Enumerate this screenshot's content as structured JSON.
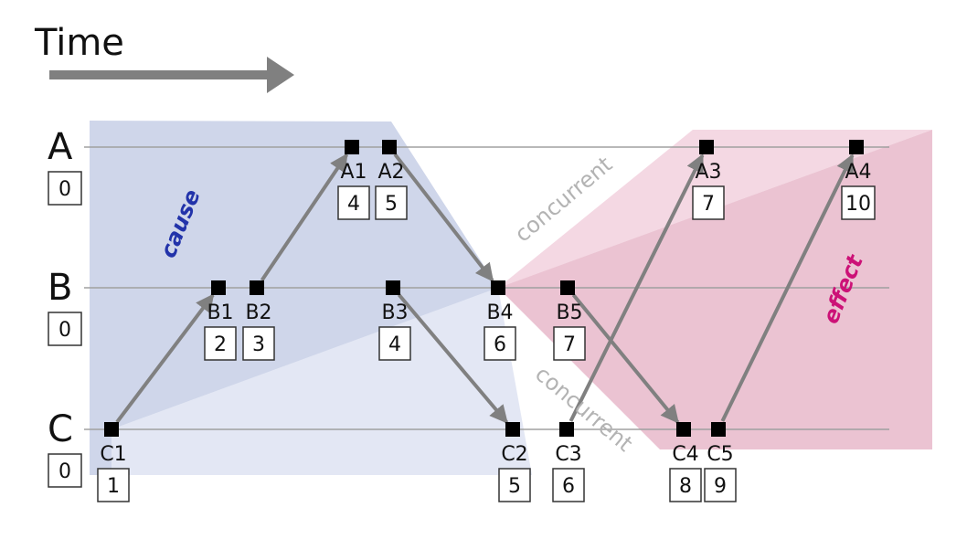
{
  "title": "Time",
  "processes": [
    {
      "id": "A",
      "label": "A",
      "initial_clock": "0"
    },
    {
      "id": "B",
      "label": "B",
      "initial_clock": "0"
    },
    {
      "id": "C",
      "label": "C",
      "initial_clock": "0"
    }
  ],
  "events": [
    {
      "label": "A1",
      "clock": "4"
    },
    {
      "label": "A2",
      "clock": "5"
    },
    {
      "label": "A3",
      "clock": "7"
    },
    {
      "label": "A4",
      "clock": "10"
    },
    {
      "label": "B1",
      "clock": "2"
    },
    {
      "label": "B2",
      "clock": "3"
    },
    {
      "label": "B3",
      "clock": "4"
    },
    {
      "label": "B4",
      "clock": "6"
    },
    {
      "label": "B5",
      "clock": "7"
    },
    {
      "label": "C1",
      "clock": "1"
    },
    {
      "label": "C2",
      "clock": "5"
    },
    {
      "label": "C3",
      "clock": "6"
    },
    {
      "label": "C4",
      "clock": "8"
    },
    {
      "label": "C5",
      "clock": "9"
    }
  ],
  "messages": [
    {
      "from": "C1",
      "to": "B1"
    },
    {
      "from": "B2",
      "to": "A1"
    },
    {
      "from": "A2",
      "to": "B4"
    },
    {
      "from": "B3",
      "to": "C2"
    },
    {
      "from": "B5",
      "to": "C4"
    },
    {
      "from": "C3",
      "to": "A3"
    },
    {
      "from": "C5",
      "to": "A4"
    }
  ],
  "region_labels": {
    "cause": "cause",
    "effect": "effect",
    "concurrent_upper": "concurrent",
    "concurrent_lower": "concurrent"
  },
  "colors": {
    "cause_text": "#2233aa",
    "effect_text": "#cc1177",
    "concurrent_text": "#b3b3b3",
    "cause_region": "#c7cfe6",
    "cause_region_light": "#e3e7f4",
    "effect_region": "#e9bccd",
    "effect_region_light": "#f4d8e3",
    "arrow": "#808080",
    "timeline": "#a0a0a0"
  }
}
